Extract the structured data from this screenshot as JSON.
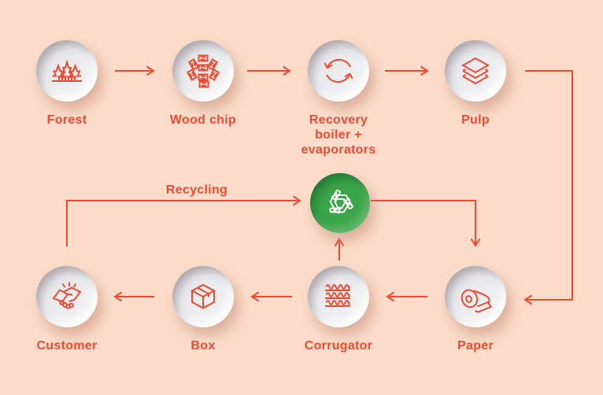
{
  "palette": {
    "background": "#fbdccb",
    "accent": "#ef4a30",
    "recycle_green": "#3aa548",
    "circle_fill": "#ededef",
    "recycle_icon_color": "#ffffff"
  },
  "nodes": {
    "forest": {
      "label": "Forest",
      "icon": "forest-trees-icon"
    },
    "woodchip": {
      "label": "Wood chip",
      "icon": "wood-chips-icon"
    },
    "recovery": {
      "label": "Recovery boiler + evaporators",
      "icon": "cycle-arrows-icon"
    },
    "pulp": {
      "label": "Pulp",
      "icon": "pulp-layers-icon"
    },
    "recycle": {
      "label": "",
      "icon": "recycle-icon"
    },
    "customer": {
      "label": "Customer",
      "icon": "handshake-icon"
    },
    "box": {
      "label": "Box",
      "icon": "box-icon"
    },
    "corrugator": {
      "label": "Corrugator",
      "icon": "corrugated-board-icon"
    },
    "paper": {
      "label": "Paper",
      "icon": "paper-roll-icon"
    }
  },
  "flow_label": {
    "recycling": "Recycling"
  },
  "connections": [
    {
      "from": "Forest",
      "to": "Wood chip"
    },
    {
      "from": "Wood chip",
      "to": "Recovery boiler + evaporators"
    },
    {
      "from": "Recovery boiler + evaporators",
      "to": "Pulp"
    },
    {
      "from": "Pulp",
      "to": "Paper",
      "route": "right-edge"
    },
    {
      "from": "Paper",
      "to": "Corrugator"
    },
    {
      "from": "Corrugator",
      "to": "Box"
    },
    {
      "from": "Box",
      "to": "Customer"
    },
    {
      "from": "Customer",
      "to": "Recycle hub",
      "label": "Recycling"
    },
    {
      "from": "Corrugator",
      "to": "Recycle hub"
    },
    {
      "from": "Recycle hub",
      "to": "Paper"
    }
  ]
}
